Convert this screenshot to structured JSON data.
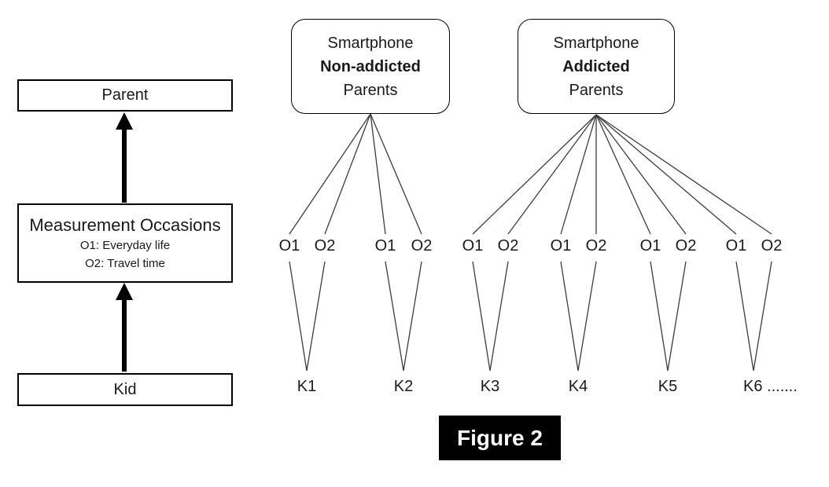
{
  "figure_label": "Figure 2",
  "colors": {
    "line": "#3d3d3d",
    "box_border": "#000000",
    "text": "#1a1a1a",
    "figure_bg": "#000000",
    "figure_text": "#ffffff"
  },
  "left_flow": {
    "parent_box_label": "Parent",
    "occasions_box": {
      "title": "Measurement Occasions",
      "sub_lines": [
        "O1: Everyday life",
        "O2: Travel time"
      ]
    },
    "kid_box_label": "Kid"
  },
  "right_diagram": {
    "groups": [
      {
        "box": {
          "line1": "Smartphone",
          "line2": "Non-addicted",
          "line3": "Parents"
        },
        "kids": [
          {
            "label": "K1",
            "occasions": [
              "O1",
              "O2"
            ]
          },
          {
            "label": "K2",
            "occasions": [
              "O1",
              "O2"
            ]
          }
        ]
      },
      {
        "box": {
          "line1": "Smartphone",
          "line2": "Addicted",
          "line3": "Parents"
        },
        "kids": [
          {
            "label": "K3",
            "occasions": [
              "O1",
              "O2"
            ]
          },
          {
            "label": "K4",
            "occasions": [
              "O1",
              "O2"
            ]
          },
          {
            "label": "K5",
            "occasions": [
              "O1",
              "O2"
            ]
          },
          {
            "label": "K6 .......",
            "occasions": [
              "O1",
              "O2"
            ]
          }
        ]
      }
    ]
  }
}
